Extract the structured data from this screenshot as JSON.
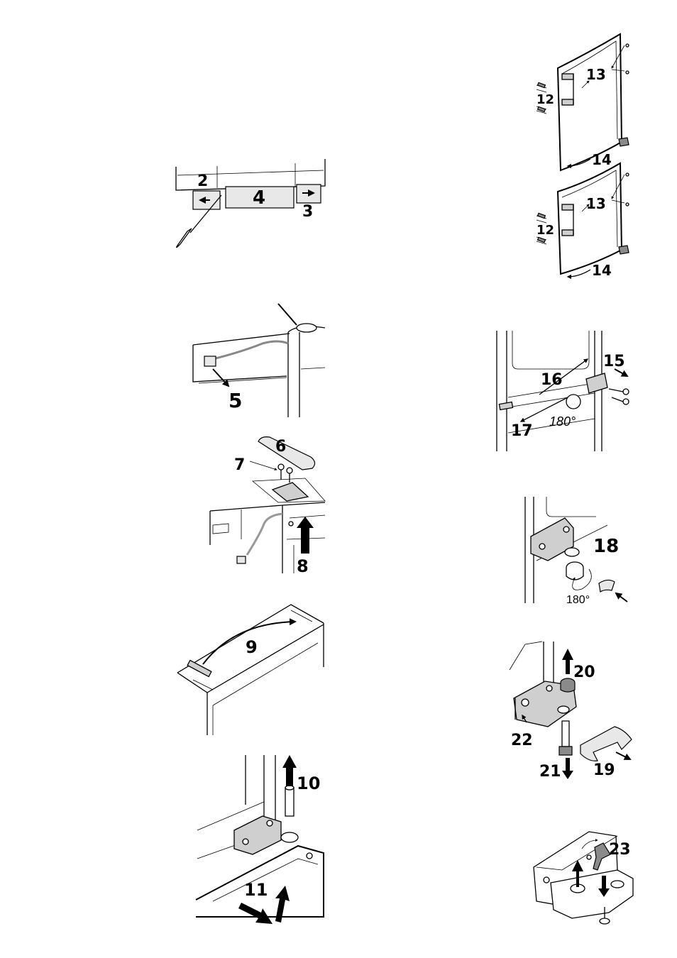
{
  "labels": {
    "s2": "2",
    "s3": "3",
    "s4": "4",
    "s5": "5",
    "s6": "6",
    "s7": "7",
    "s8": "8",
    "s9": "9",
    "s10": "10",
    "s11": "11",
    "s12a": "12",
    "s12b": "12",
    "s13a": "13",
    "s13b": "13",
    "s14a": "14",
    "s14b": "14",
    "s15": "15",
    "s16": "16",
    "s17": "17",
    "s18": "18",
    "s19": "19",
    "s20": "20",
    "s21": "21",
    "s22": "22",
    "s23": "23",
    "deg1": "180°",
    "deg2": "180°"
  }
}
